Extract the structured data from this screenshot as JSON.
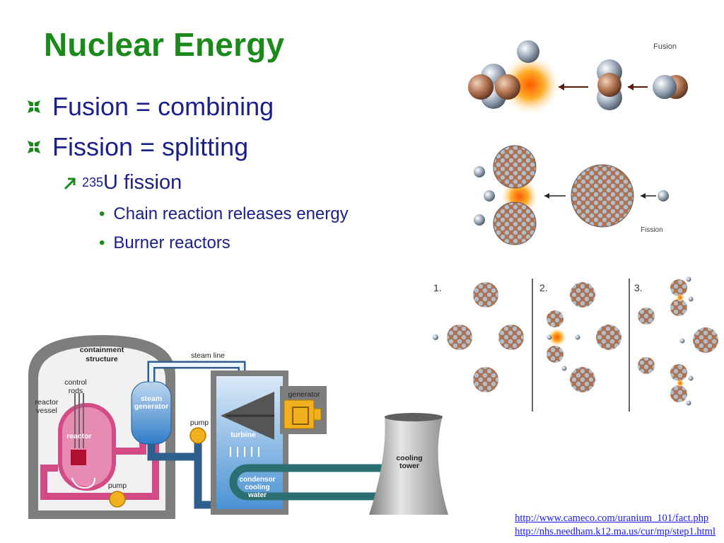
{
  "slide": {
    "title": "Nuclear Energy",
    "bullets": [
      {
        "text": "Fusion = combining"
      },
      {
        "text": "Fission = splitting"
      }
    ],
    "sub_bullet": {
      "superscript": "235",
      "text": "U fission"
    },
    "sub_sub_bullets": [
      "Chain reaction releases energy",
      "Burner reactors"
    ],
    "links": [
      "http://www.cameco.com/uranium_101/fact.php",
      "http://nhs.needham.k12.ma.us/cur/mp/step1.html"
    ]
  },
  "figures": {
    "fusion_label": "Fusion",
    "fission_label": "Fission",
    "chain_steps": [
      "1.",
      "2.",
      "3."
    ],
    "reactor_diagram": {
      "containment": "containment\nstructure",
      "steam_line": "steam line",
      "control_rods": "control\nrods",
      "reactor_vessel": "reactor\nvessel",
      "steam_generator": "steam\ngenerator",
      "reactor": "reactor",
      "pump_top": "pump",
      "pump_bottom": "pump",
      "turbine": "turbine",
      "generator": "generator",
      "condenser": "condensor\ncooling\nwater",
      "cooling_tower": "cooling\ntower"
    }
  },
  "colors": {
    "title": "#1a8a1a",
    "body_text": "#1b1f8a",
    "bullet_accent": "#1a8a1a",
    "link": "#1a1aee"
  }
}
